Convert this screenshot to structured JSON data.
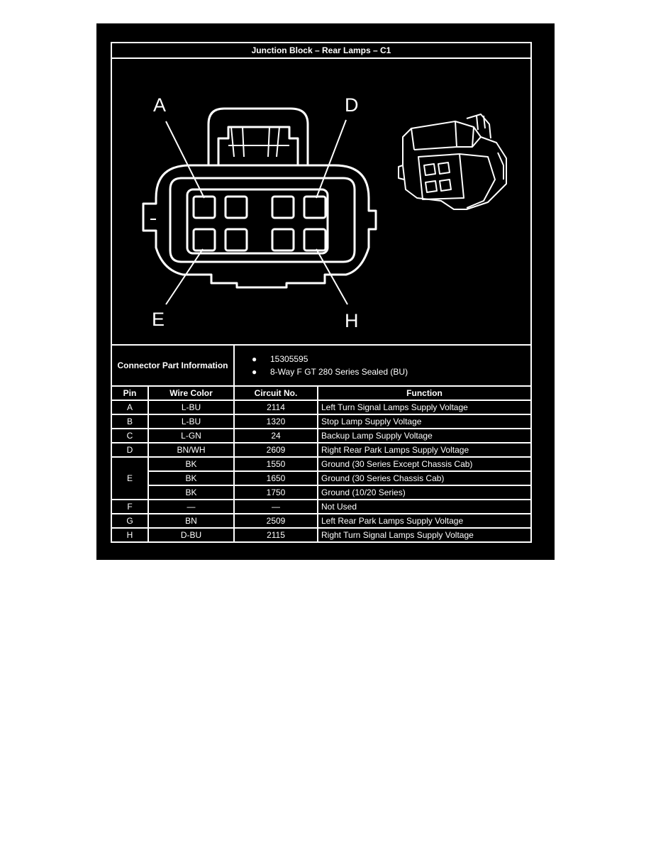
{
  "title": "Junction Block – Rear Lamps – C1",
  "diagram_labels": {
    "a": "A",
    "d": "D",
    "e": "E",
    "h": "H"
  },
  "connector_info": {
    "label": "Connector Part Information",
    "items": [
      "15305595",
      "8-Way F GT 280 Series Sealed (BU)"
    ]
  },
  "table": {
    "headers": [
      "Pin",
      "Wire Color",
      "Circuit No.",
      "Function"
    ],
    "rows": [
      {
        "pin": "A",
        "color": "L-BU",
        "circuit": "2114",
        "function": "Left Turn Signal Lamps Supply Voltage"
      },
      {
        "pin": "B",
        "color": "L-BU",
        "circuit": "1320",
        "function": "Stop Lamp Supply Voltage"
      },
      {
        "pin": "C",
        "color": "L-GN",
        "circuit": "24",
        "function": "Backup Lamp Supply Voltage"
      },
      {
        "pin": "D",
        "color": "BN/WH",
        "circuit": "2609",
        "function": "Right Rear Park Lamps Supply Voltage"
      },
      {
        "pin": "E",
        "color": "BK",
        "circuit": "1550",
        "function": "Ground (30 Series Except Chassis Cab)"
      },
      {
        "pin": "",
        "color": "BK",
        "circuit": "1650",
        "function": "Ground (30 Series Chassis Cab)"
      },
      {
        "pin": "",
        "color": "BK",
        "circuit": "1750",
        "function": "Ground (10/20 Series)"
      },
      {
        "pin": "F",
        "color": "—",
        "circuit": "—",
        "function": "Not Used"
      },
      {
        "pin": "G",
        "color": "BN",
        "circuit": "2509",
        "function": "Left Rear Park Lamps Supply Voltage"
      },
      {
        "pin": "H",
        "color": "D-BU",
        "circuit": "2115",
        "function": "Right Turn Signal Lamps Supply Voltage"
      }
    ]
  },
  "colors": {
    "background": "#000000",
    "foreground": "#ffffff",
    "page": "#ffffff"
  }
}
